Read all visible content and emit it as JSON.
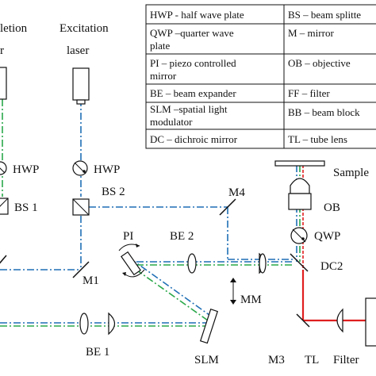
{
  "labels": {
    "depletion_laser": [
      "letion",
      "r"
    ],
    "excitation_laser": [
      "Excitation",
      "laser"
    ],
    "hwp_left": "HWP",
    "hwp_right": "HWP",
    "bs1": "BS 1",
    "bs2": "BS 2",
    "m4": "M4",
    "pi": "PI",
    "be2": "BE 2",
    "m1": "M1",
    "mm": "MM",
    "be1": "BE 1",
    "slm": "SLM",
    "m3": "M3",
    "tl": "TL",
    "filter": "Filter",
    "sample": "Sample",
    "ob": "OB",
    "qwp": "QWP",
    "dc2": "DC2"
  },
  "legend": {
    "rows": [
      {
        "left": [
          "HWP - half wave plate"
        ],
        "right": [
          "BS – beam splitte"
        ]
      },
      {
        "left": [
          "QWP –quarter wave",
          "plate"
        ],
        "right": [
          "M –  mirror"
        ]
      },
      {
        "left": [
          "PI  – piezo controlled",
          "mirror"
        ],
        "right": [
          "OB – objective"
        ]
      },
      {
        "left": [
          "BE – beam expander"
        ],
        "right": [
          "FF – filter"
        ]
      },
      {
        "left": [
          "SLM –spatial light",
          "modulator"
        ],
        "right": [
          "BB – beam block"
        ]
      },
      {
        "left": [
          "DC – dichroic mirror"
        ],
        "right": [
          "TL – tube lens"
        ]
      }
    ]
  },
  "colors": {
    "excitation_beam": "#1f6fb5",
    "depletion_beam": "#2aa84a",
    "detection_beam": "#e01f1f",
    "line": "#111111"
  }
}
